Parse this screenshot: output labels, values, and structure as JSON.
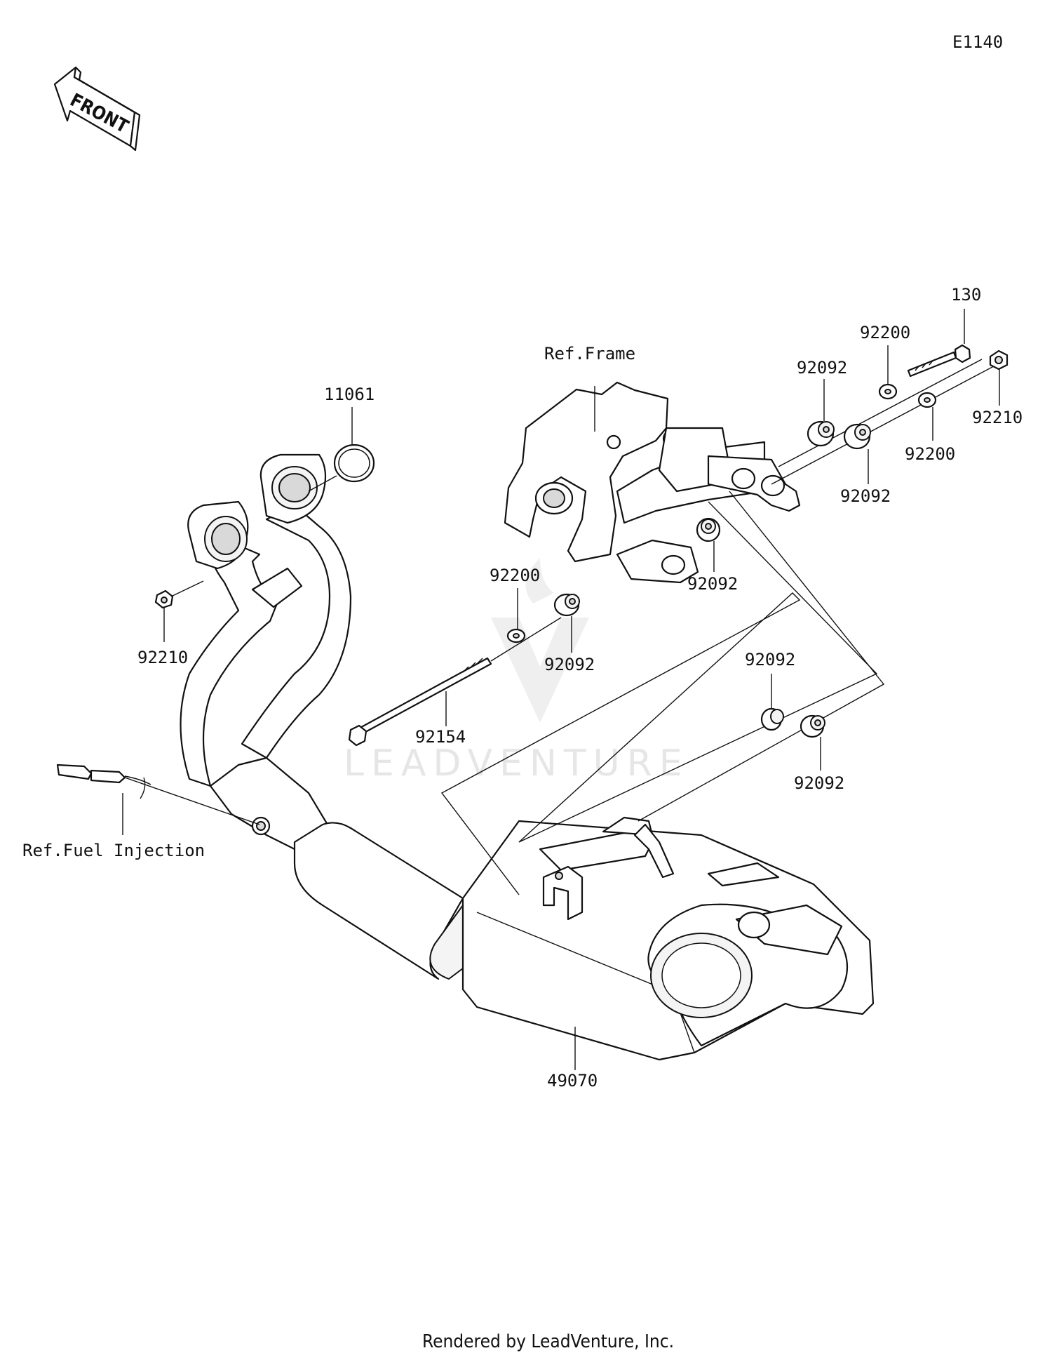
{
  "diagram_code": "E1140",
  "front_label": "FRONT",
  "watermark": "LEADVENTURE",
  "footer": "Rendered by LeadVenture, Inc.",
  "callouts": {
    "part_130": "130",
    "part_92200_top": "92200",
    "part_92092_top_left": "92092",
    "part_92210_right": "92210",
    "part_92200_right": "92200",
    "part_92092_top_right": "92092",
    "part_92092_frame": "92092",
    "ref_frame": "Ref.Frame",
    "part_11061": "11061",
    "part_92200_mid": "92200",
    "part_92092_mid": "92092",
    "part_92210_left": "92210",
    "part_92154": "92154",
    "part_92092_lower_top": "92092",
    "part_92092_lower_bottom": "92092",
    "ref_fuel_injection": "Ref.Fuel Injection",
    "part_49070": "49070"
  }
}
